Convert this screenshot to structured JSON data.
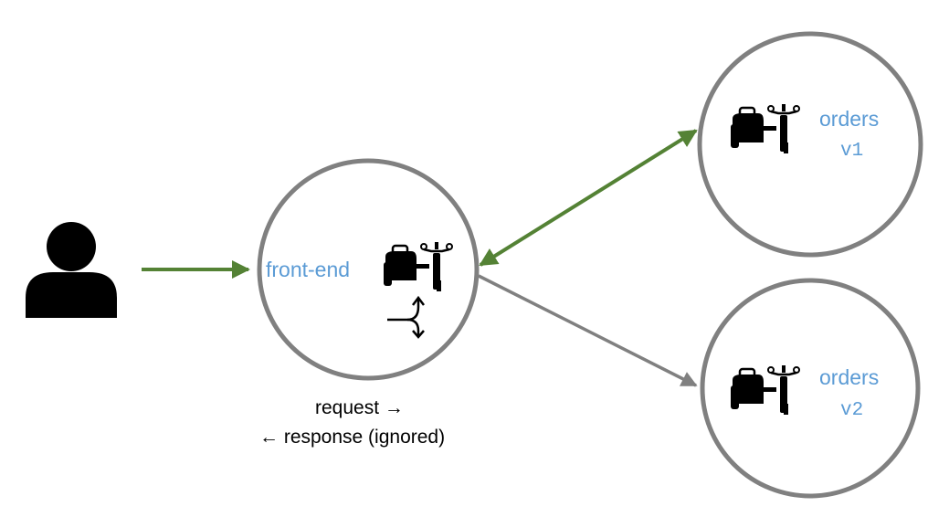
{
  "colors": {
    "service_label": "#5b9bd5",
    "active_arrow": "#548235",
    "mirror_arrow": "#808080",
    "circle_stroke": "#808080",
    "icon": "#000000"
  },
  "icons": {
    "user": "person-icon",
    "sidecar": "sidecar-motorcycle-icon",
    "mirror": "traffic-mirror-icon"
  },
  "nodes": {
    "front_end": {
      "label": "front-end"
    },
    "orders_v1": {
      "label": "orders",
      "version": "v1"
    },
    "orders_v2": {
      "label": "orders",
      "version": "v2"
    }
  },
  "legend": {
    "request": "request →",
    "response": "← response (ignored)"
  }
}
